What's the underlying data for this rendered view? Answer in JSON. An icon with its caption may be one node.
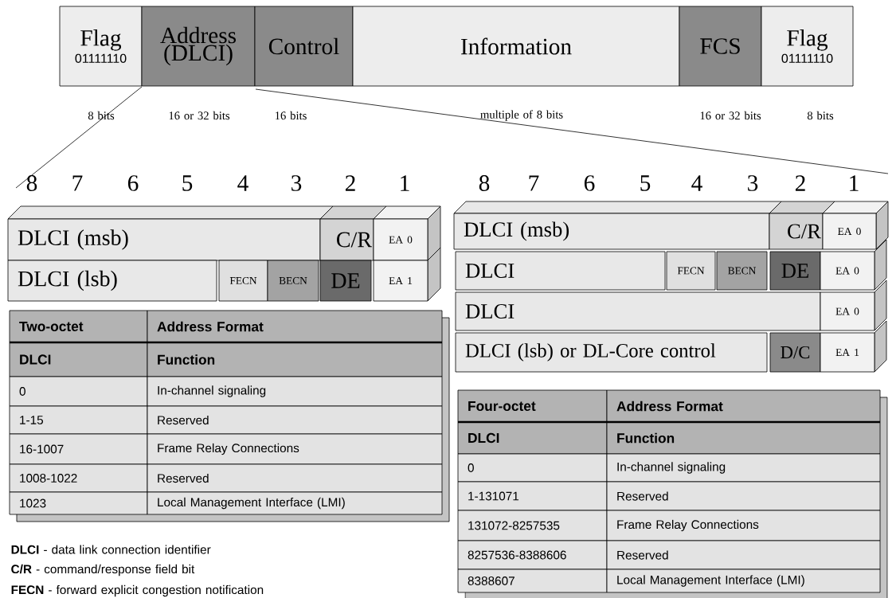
{
  "diagram": {
    "nodes": [
      {
        "text": [
          "Flag",
          "01111110"
        ],
        "beside": [
          "8 bits"
        ]
      },
      {
        "text": [
          "Address (DLCI)"
        ],
        "beside": [
          "16 or 32 bits"
        ]
      },
      {
        "text": [
          "Control"
        ],
        "beside": [
          "16 bits"
        ]
      },
      {
        "text": [
          "Information"
        ],
        "beside": [
          "multiple of  8 bits"
        ]
      },
      {
        "text": [
          "FCS"
        ],
        "beside": [
          "16 or 32 bits"
        ]
      },
      {
        "text": [
          "Flag",
          "01111110"
        ],
        "beside": [
          "8 bits"
        ]
      },
      {
        "text": [
          "DLCI (msb)"
        ]
      },
      {
        "text": [
          "C/R"
        ]
      },
      {
        "text": [
          "EA 0"
        ]
      },
      {
        "text": [
          "DLCI (lsb)"
        ]
      },
      {
        "text": [
          "FECN"
        ]
      },
      {
        "text": [
          "BECN"
        ]
      },
      {
        "text": [
          "DE"
        ]
      },
      {
        "text": [
          "EA 1"
        ]
      },
      {
        "text": [
          "DLCI (msb)"
        ]
      },
      {
        "text": [
          "C/R"
        ]
      },
      {
        "text": [
          "EA 0"
        ]
      },
      {
        "text": [
          "DLCI"
        ]
      },
      {
        "text": [
          "FECN"
        ]
      },
      {
        "text": [
          "BECN"
        ]
      },
      {
        "text": [
          "DE"
        ]
      },
      {
        "text": [
          "EA 0"
        ]
      },
      {
        "text": [
          "DLCI"
        ]
      },
      {
        "text": [
          "EA 0"
        ]
      },
      {
        "text": [
          "DLCI (lsb) or DL-Core control"
        ]
      },
      {
        "text": [
          "D/C"
        ]
      },
      {
        "text": [
          "EA 1"
        ]
      }
    ],
    "labels": [
      "8",
      "7",
      "6",
      "5",
      "4",
      "3",
      "2",
      "1",
      "8",
      "7",
      "6",
      "5",
      "4",
      "3",
      "2",
      "1",
      "Two-octet",
      "Address Format",
      "DLCI",
      "Function",
      "0",
      "In-channel signaling",
      "1-15",
      "Reserved",
      "16-1007",
      "Frame Relay Connections",
      "1008-1022",
      "Reserved",
      "1023",
      "Local Management Interface (LMI)",
      "Four-octet",
      "Address Format",
      "DLCI",
      "Function",
      "0",
      "In-channel signaling",
      "1-131071",
      "Reserved",
      "131072-8257535",
      "Frame Relay Connections",
      "8257536-8388606",
      "Reserved",
      "8388607",
      "Local Management Interface (LMI)",
      "**DLCI** - data link connection identifier",
      "**C/R** - command/response field bit",
      "**FECN** - forward explicit congestion notification"
    ]
  }
}
